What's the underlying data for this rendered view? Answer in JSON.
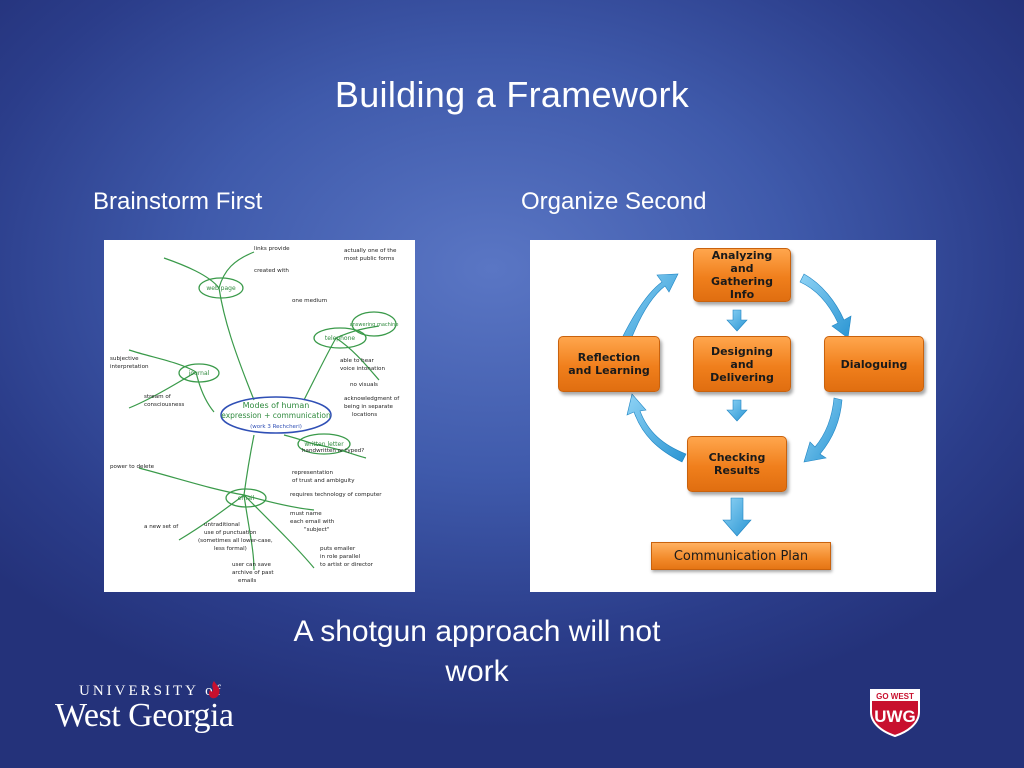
{
  "slide": {
    "title": "Building a Framework",
    "left_heading": "Brainstorm First",
    "right_heading": "Organize Second",
    "caption_line1": "A shotgun approach will not",
    "caption_line2": "work"
  },
  "mindmap": {
    "center_line1": "Modes of human",
    "center_line2": "expression + communication",
    "center_line3": "(work 3 Rechcheri)",
    "nodes": {
      "web_page": "web page",
      "telephone": "telephone",
      "journal": "journal",
      "letter": "written letter",
      "email": "email",
      "answering": "answering machine"
    },
    "notes": {
      "n1": "links provide",
      "n2": "created with",
      "n3": "actually one of the",
      "n4": "most public forms",
      "n5": "one medium",
      "n6": "able to hear",
      "n7": "voice intonation",
      "n8": "no visuals",
      "n9": "representation",
      "n10": "of trust and ambiguity",
      "n11": "requires technology of computer",
      "n12": "must name",
      "n13": "each email with",
      "n14": "\"subject\"",
      "n15": "untraditional",
      "n16": "use of punctuation",
      "n17": "(sometimes all lower-case,",
      "n18": "less formal)",
      "n19": "user can save",
      "n20": "archive of past",
      "n21": "emails",
      "n22": "puts emailer",
      "n23": "in role parallel",
      "n24": "to artist or director",
      "n25": "stream of",
      "n26": "consciousness",
      "n27": "subjective",
      "n28": "interpretation",
      "n29": "power to delete",
      "n30": "a new set of",
      "n31": "handwritten or typed?",
      "n32": "acknowledgment of",
      "n33": "being in separate",
      "n34": "locations"
    }
  },
  "framework": {
    "analyzing": "Analyzing and Gathering Info",
    "designing": "Designing and Delivering",
    "dialoguing": "Dialoguing",
    "reflection": "Reflection and Learning",
    "checking": "Checking Results",
    "plan": "Communication Plan"
  },
  "logos": {
    "university_line1": "UNIVERSITY of",
    "university_line2": "West Georgia",
    "shield_top": "GO WEST",
    "shield_main": "UWG"
  },
  "colors": {
    "accent_orange": "#f07f1c",
    "arrow_blue": "#3aa7df",
    "mindmap_green": "#3a9a4a",
    "center_ellipse": "#2f4fb5",
    "logo_red": "#c8102e"
  }
}
